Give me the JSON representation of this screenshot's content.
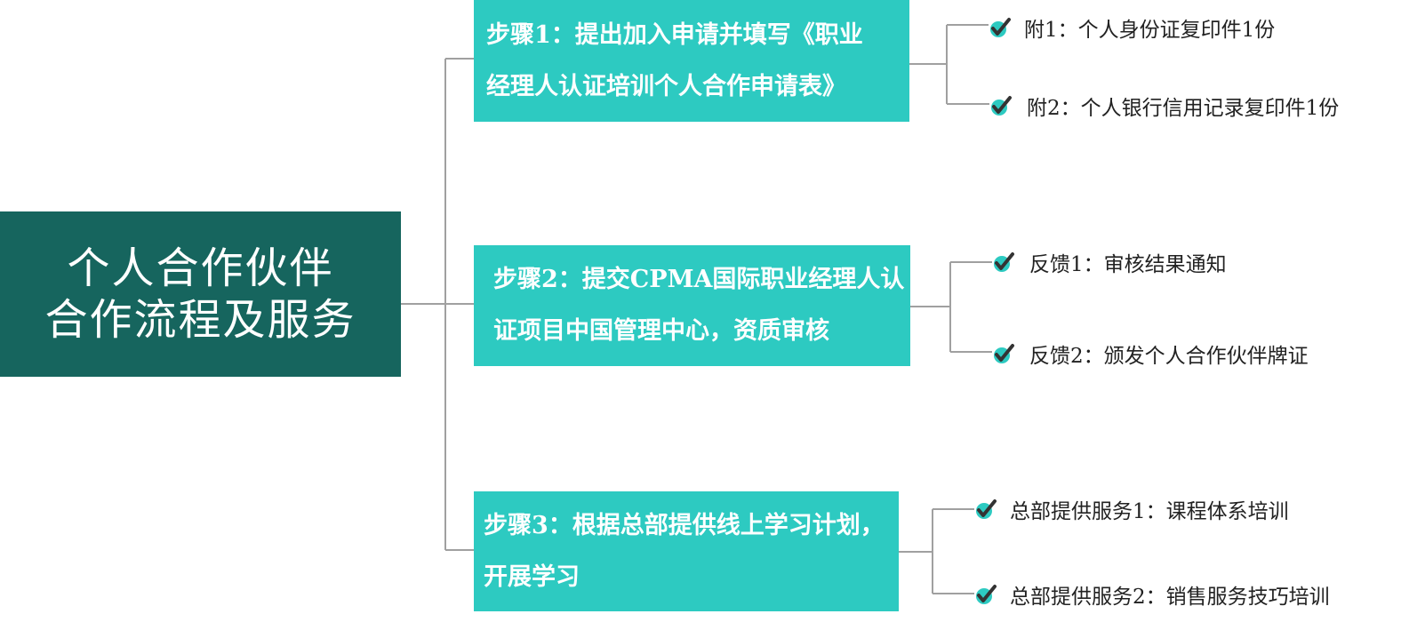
{
  "root": {
    "line1": "个人合作伙伴",
    "line2": "合作流程及服务"
  },
  "steps": [
    {
      "line1": "步骤1：提出加入申请并填写《职业",
      "line2": "经理人认证培训个人合作申请表》",
      "items": [
        "附1：个人身份证复印件1份",
        "附2：个人银行信用记录复印件1份"
      ]
    },
    {
      "line1": "步骤2：提交CPMA国际职业经理人认",
      "line2": "证项目中国管理中心，资质审核",
      "items": [
        "反馈1：审核结果通知",
        "反馈2：颁发个人合作伙伴牌证"
      ]
    },
    {
      "line1": "步骤3：根据总部提供线上学习计划，",
      "line2": "开展学习",
      "items": [
        "总部提供服务1：课程体系培训",
        "总部提供服务2：销售服务技巧培训"
      ]
    }
  ],
  "colors": {
    "root_bg": "#16655e",
    "step_bg": "#2dcac1",
    "connector": "#9a9a9a",
    "check": "#333333",
    "check_accent": "#2dcac1"
  }
}
